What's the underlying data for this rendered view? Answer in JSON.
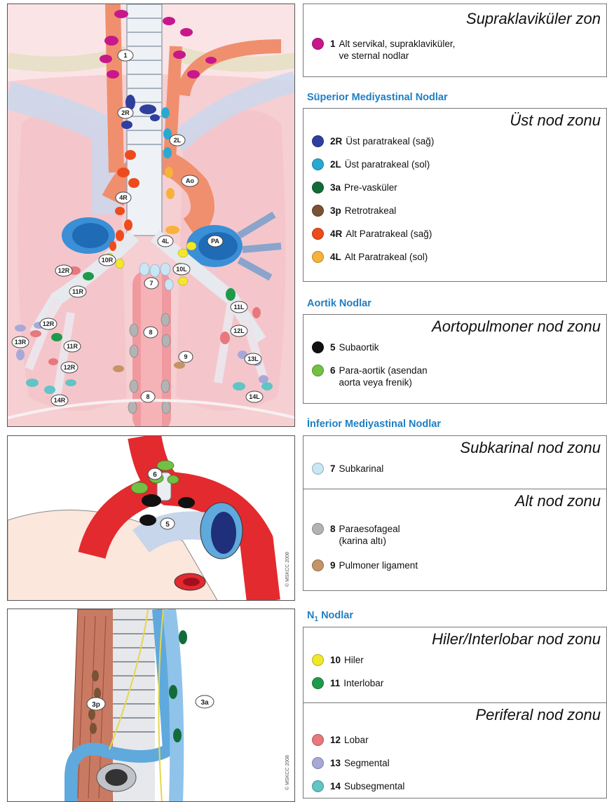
{
  "zones": {
    "supra": "Supraklaviküler zon",
    "upper": "Üst nod zonu",
    "ap": "Aortopulmoner nod zonu",
    "subcarinal": "Subkarinal nod zonu",
    "lower": "Alt nod zonu",
    "hilar": "Hiler/Interlobar nod zonu",
    "peripheral": "Periferal nod zonu"
  },
  "sections": {
    "superior": "Süperior Mediyastinal Nodlar",
    "aortic": "Aortik Nodlar",
    "inferior": "İnferior Mediyastinal Nodlar",
    "n1_main": "N",
    "n1_sub": "1",
    "n1_rest": " Nodlar"
  },
  "stations": [
    {
      "num": "1",
      "line1": "Alt servikal, supraklaviküler,",
      "line2": "ve sternal nodlar",
      "color": "#c8178b"
    },
    {
      "num": "2R",
      "line1": "Üst paratrakeal (sağ)",
      "color": "#2f3f9e"
    },
    {
      "num": "2L",
      "line1": "Üst paratrakeal (sol)",
      "color": "#29a9d1"
    },
    {
      "num": "3a",
      "line1": "Pre-vasküler",
      "color": "#136b3a"
    },
    {
      "num": "3p",
      "line1": "Retrotrakeal",
      "color": "#7a5236"
    },
    {
      "num": "4R",
      "line1": "Alt Paratrakeal (sağ)",
      "color": "#ee4b1c"
    },
    {
      "num": "4L",
      "line1": "Alt Paratrakeal (sol)",
      "color": "#f7b23a"
    },
    {
      "num": "5",
      "line1": "Subaortik",
      "color": "#111111"
    },
    {
      "num": "6",
      "line1": "Para-aortik (asendan",
      "line2": "aorta veya frenik)",
      "color": "#72c044"
    },
    {
      "num": "7",
      "line1": "Subkarinal",
      "color": "#c9e6f4"
    },
    {
      "num": "8",
      "line1": "Paraesofageal",
      "line2": "(karina altı)",
      "color": "#b3b3b3"
    },
    {
      "num": "9",
      "line1": "Pulmoner ligament",
      "color": "#c49466"
    },
    {
      "num": "10",
      "line1": "Hiler",
      "color": "#f2e82a"
    },
    {
      "num": "11",
      "line1": "Interlobar",
      "color": "#1f9a4a"
    },
    {
      "num": "12",
      "line1": "Lobar",
      "color": "#e8787c"
    },
    {
      "num": "13",
      "line1": "Segmental",
      "color": "#a8a8d8"
    },
    {
      "num": "14",
      "line1": "Subsegmental",
      "color": "#62c4c4"
    }
  ],
  "diagram": {
    "labels": [
      "1",
      "2R",
      "2L",
      "Ao",
      "4R",
      "4L",
      "PA",
      "10R",
      "10L",
      "7",
      "12R",
      "11R",
      "11L",
      "12R",
      "13R",
      "11R",
      "12R",
      "8",
      "9",
      "12L",
      "13L",
      "14R",
      "14L",
      "8"
    ],
    "detail_labels": [
      "6",
      "5"
    ],
    "side_labels": [
      "3p",
      "3a"
    ],
    "copyright": "© MSKCC 2008"
  }
}
